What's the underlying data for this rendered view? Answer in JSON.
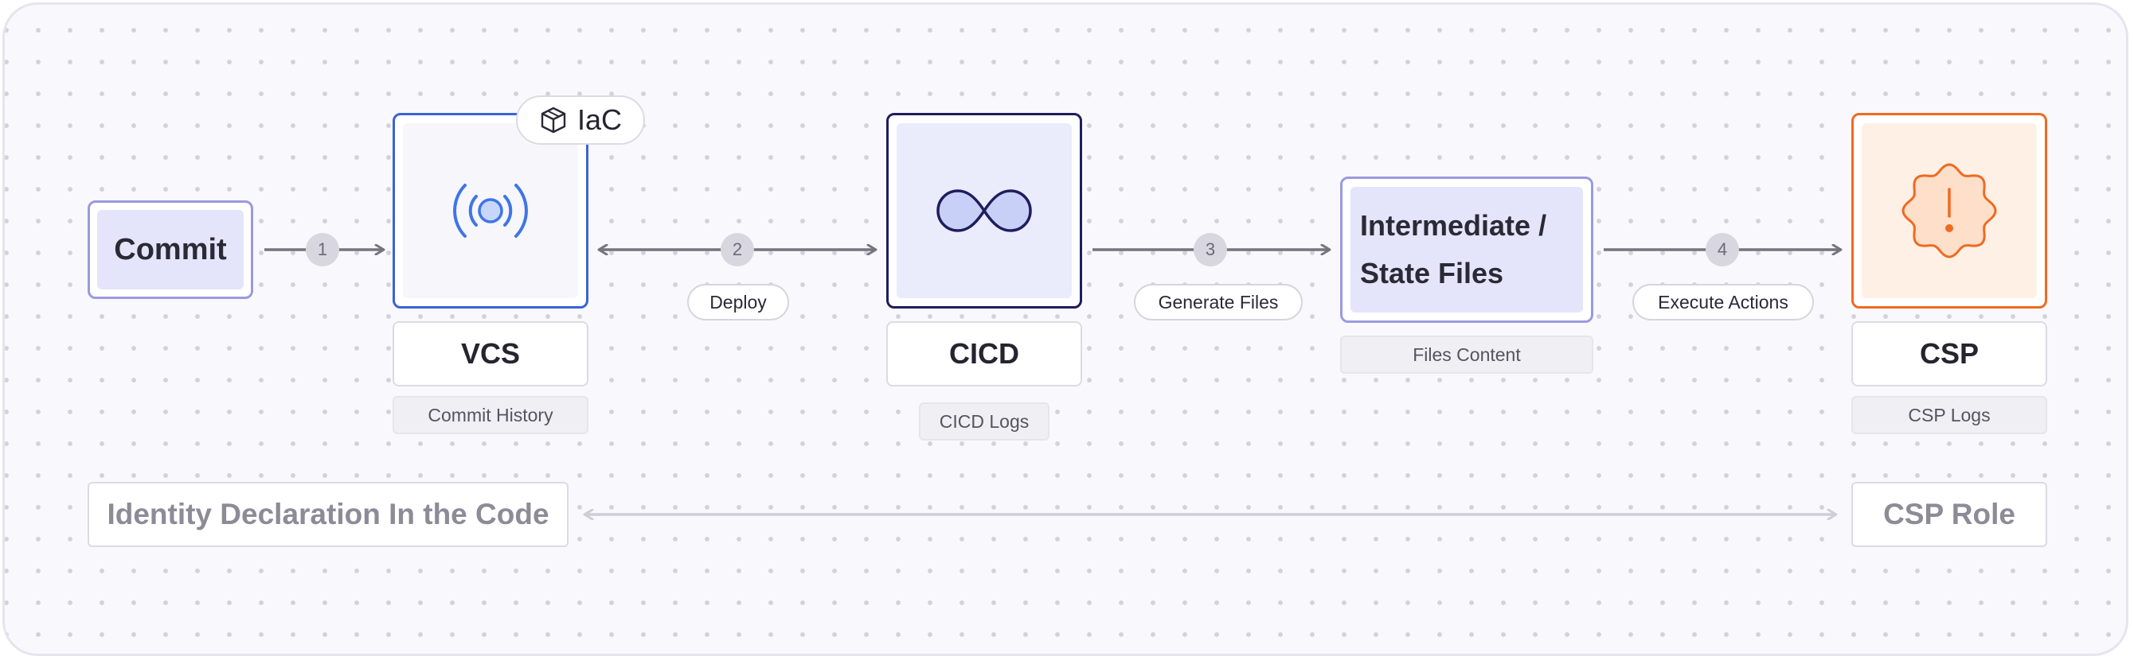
{
  "nodes": {
    "commit": {
      "label": "Commit"
    },
    "vcs": {
      "label": "VCS",
      "sub": "Commit History",
      "tag": "IaC",
      "tag_icon": "cube-icon",
      "icon": "broadcast-icon"
    },
    "cicd": {
      "label": "CICD",
      "sub": "CICD Logs",
      "icon": "infinity-icon"
    },
    "files": {
      "label_line1": "Intermediate /",
      "label_line2": "State Files",
      "sub": "Files Content"
    },
    "csp": {
      "label": "CSP",
      "sub": "CSP Logs",
      "icon": "alert-badge-icon"
    }
  },
  "steps": [
    {
      "num": "1",
      "label": ""
    },
    {
      "num": "2",
      "label": "Deploy"
    },
    {
      "num": "3",
      "label": "Generate Files"
    },
    {
      "num": "4",
      "label": "Execute Actions"
    }
  ],
  "identity": {
    "left": "Identity Declaration In the Code",
    "right": "CSP Role"
  },
  "colors": {
    "commit_border": "#9a9ae0",
    "commit_fill": "#e4e5fb",
    "vcs_border": "#3a63d6",
    "vcs_icon": "#3f75e6",
    "cicd_border": "#1f1d5c",
    "cicd_fill": "#eaecfc",
    "files_border": "#9a9ae0",
    "files_fill": "#e4e5fb",
    "csp_border": "#f06a20",
    "csp_fill": "#fff0e6",
    "arrow": "#76747f",
    "identity_arrow": "#cfced6"
  }
}
